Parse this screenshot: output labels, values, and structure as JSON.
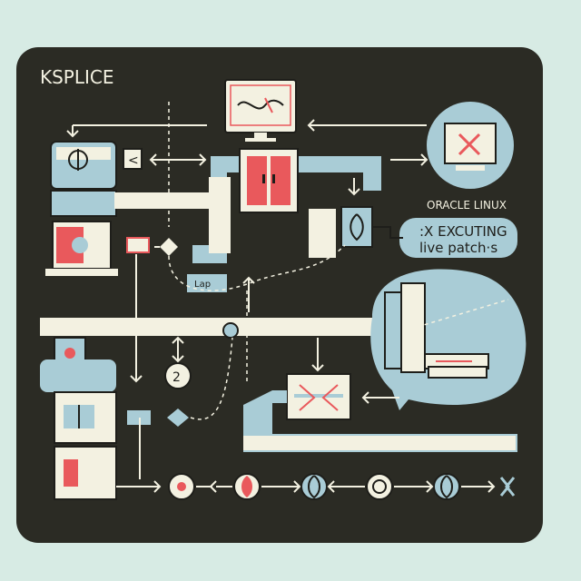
{
  "diagram": {
    "title": "KSPLICE",
    "os_label": "ORACLE LINUX",
    "status_line1": ":X EXCUTING",
    "status_line2": "live patch·s",
    "lap_label": "Lap",
    "step_number": "2",
    "arrow_glyph": "<"
  },
  "colors": {
    "background": "#d7ebe4",
    "panel": "#2b2b24",
    "light_blue": "#a9ccd6",
    "cream": "#f3f1e1",
    "red": "#e9595c",
    "outline": "#1e1e1a"
  }
}
